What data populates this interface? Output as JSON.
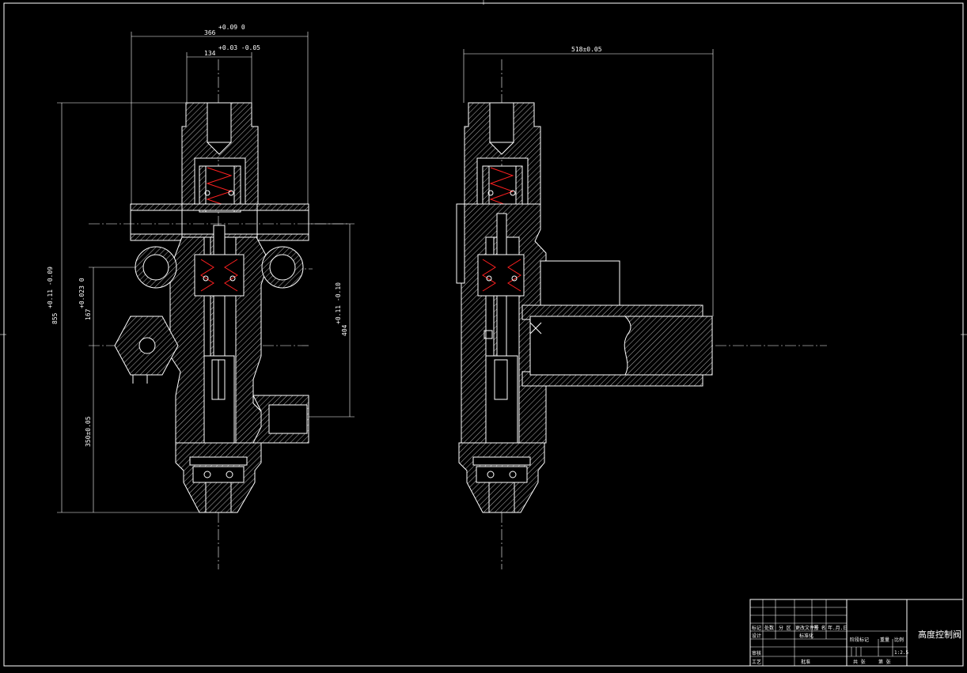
{
  "drawing": {
    "title": "高度控制阀",
    "scale": "1:2.5",
    "dims_left": {
      "top_outer": "366",
      "top_outer_tol": "+0.09 0",
      "top_inner": "134",
      "top_inner_tol": "+0.03 -0.05",
      "total_height": "855",
      "total_height_tol": "+0.11 -0.09",
      "mid_height": "167",
      "mid_height_tol": "+0.023 0",
      "bottom_height": "350±0.05",
      "right_height": "404",
      "right_height_tol": "+0.11 -0.10"
    },
    "dims_right": {
      "width": "518±0.05"
    },
    "title_block": {
      "cells": [
        "标记",
        "处数",
        "分 区",
        "更改文件号",
        "签 名",
        "年.月.日",
        "设计",
        "标准化",
        "审核",
        "工艺",
        "批准",
        "阶段标记",
        "重量",
        "比例",
        "共 张",
        "第 张"
      ]
    }
  }
}
